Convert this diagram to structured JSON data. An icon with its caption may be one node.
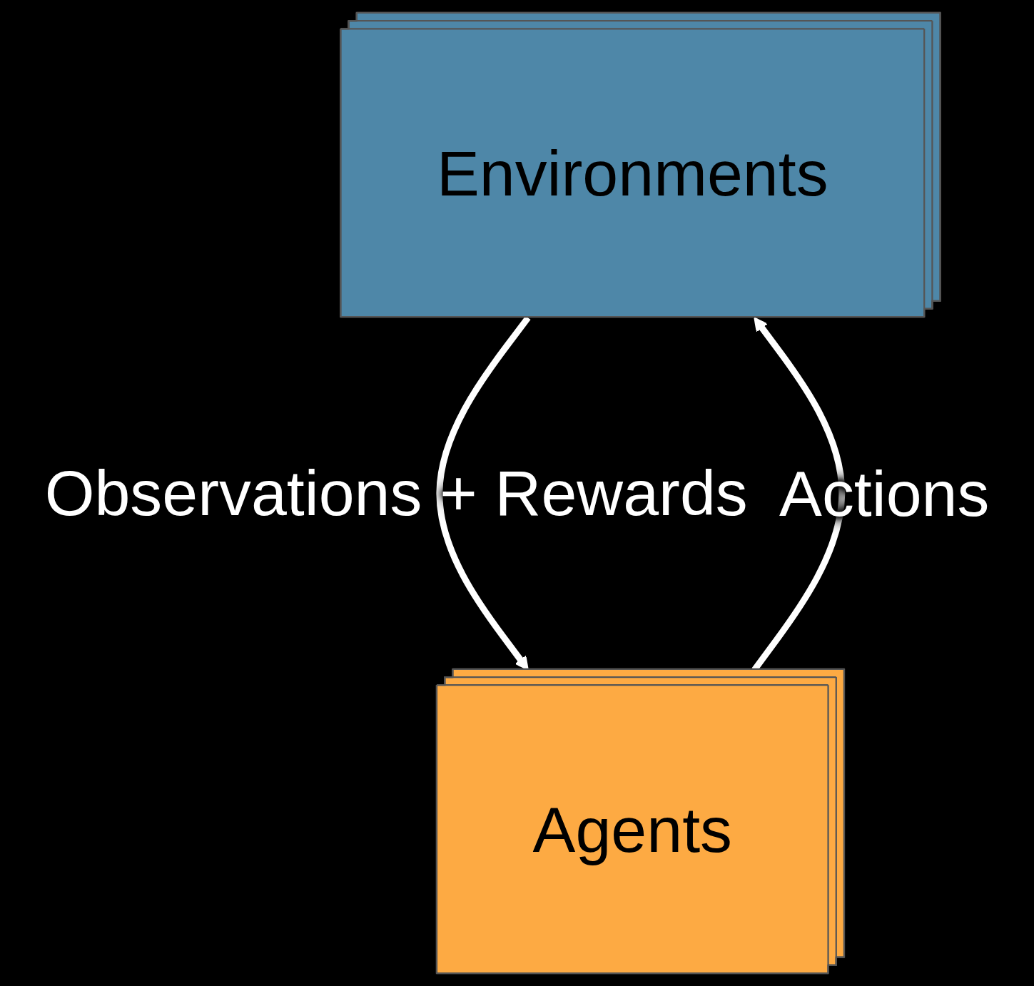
{
  "diagram": {
    "nodes": [
      {
        "text": [
          "Environments"
        ]
      },
      {
        "text": [
          "Agents"
        ]
      }
    ],
    "edges": [
      {
        "from": 0,
        "to": 1,
        "arrow": "to",
        "label": "Observations + Rewards"
      },
      {
        "from": 1,
        "to": 0,
        "arrow": "to",
        "label": "Actions"
      }
    ]
  }
}
